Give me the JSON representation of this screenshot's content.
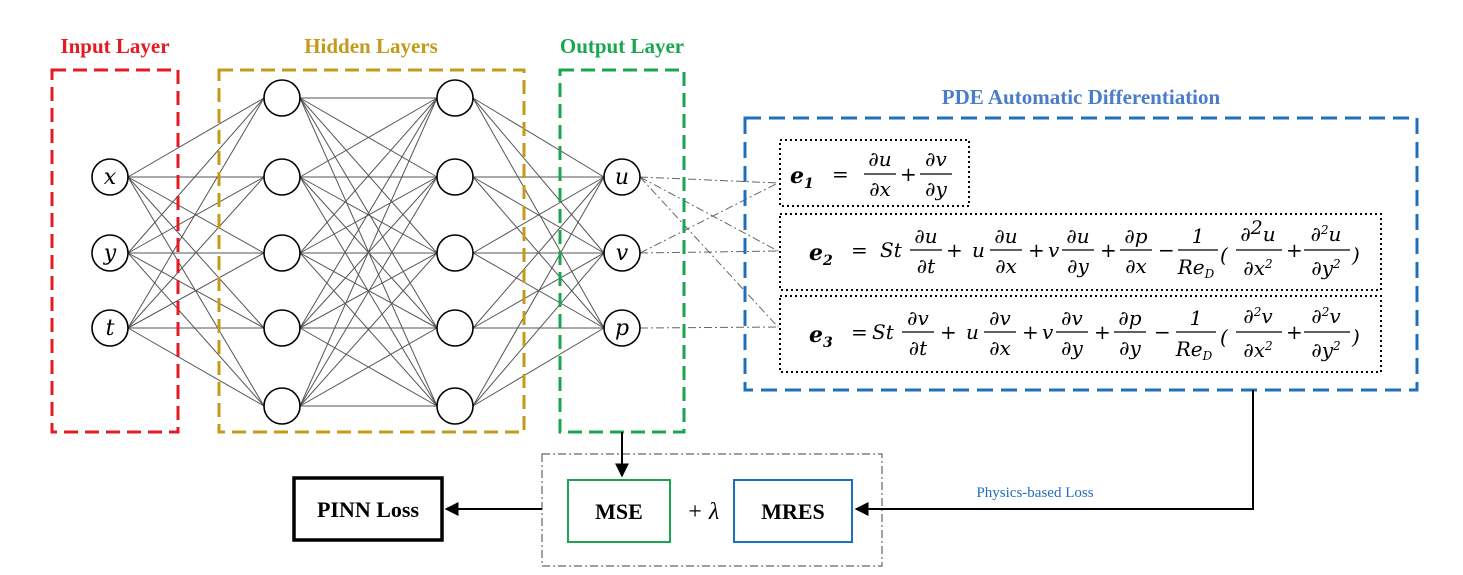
{
  "labels": {
    "input_layer": "Input Layer",
    "hidden_layers": "Hidden Layers",
    "output_layer": "Output Layer",
    "pde": "PDE Automatic Differentiation",
    "pinn_loss": "PINN Loss",
    "mse": "MSE",
    "plus_lambda": "+ λ",
    "mres": "MRES",
    "physics_loss": "Physics-based Loss"
  },
  "inputs": [
    "x",
    "y",
    "t"
  ],
  "outputs": [
    "u",
    "v",
    "p"
  ],
  "equations": {
    "e1": {
      "name": "e",
      "sub": "1"
    },
    "e2": {
      "name": "e",
      "sub": "2"
    },
    "e3": {
      "name": "e",
      "sub": "3"
    }
  },
  "colors": {
    "input": "#e31b23",
    "hidden": "#c49a1a",
    "output": "#1aa650",
    "pde": "#1f6fbf",
    "pde_title": "#4a7cc7"
  }
}
